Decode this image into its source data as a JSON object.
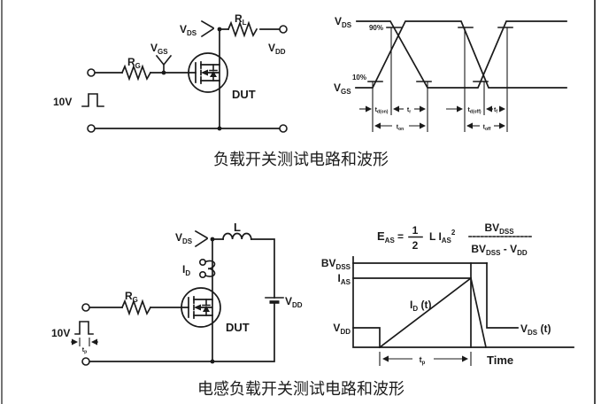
{
  "colors": {
    "ink": "#1a1a1a",
    "background": "#ffffff",
    "border": "#3a3a3a"
  },
  "captions": {
    "load_switch": "负载开关测试电路和波形",
    "inductive_switch": "电感负载开关测试电路和波形"
  },
  "circuit1": {
    "pulse_label": "10V",
    "rg": {
      "b": "R",
      "s": "G"
    },
    "vgs": {
      "b": "V",
      "s": "GS"
    },
    "vds": {
      "b": "V",
      "s": "DS"
    },
    "rl": {
      "b": "R",
      "s": "L"
    },
    "vdd": {
      "b": "V",
      "s": "DD"
    },
    "dut": "DUT"
  },
  "waveform1": {
    "vds": {
      "b": "V",
      "s": "DS"
    },
    "vgs": {
      "b": "V",
      "s": "GS"
    },
    "pct_90": "90%",
    "pct_10": "10%",
    "td_on": {
      "b": "t",
      "s": "d(on)"
    },
    "t_r": {
      "b": "t",
      "s": "r"
    },
    "t_on": {
      "b": "t",
      "s": "on"
    },
    "td_off": {
      "b": "t",
      "s": "d(off)"
    },
    "t_f": {
      "b": "t",
      "s": "f"
    },
    "t_off": {
      "b": "t",
      "s": "off"
    }
  },
  "circuit2": {
    "pulse_label": "10V",
    "tp": {
      "b": "t",
      "s": "p"
    },
    "rg": {
      "b": "R",
      "s": "G"
    },
    "vds": {
      "b": "V",
      "s": "DS"
    },
    "id": {
      "b": "I",
      "s": "D"
    },
    "l": "L",
    "vdd": {
      "b": "V",
      "s": "DD"
    },
    "dut": "DUT"
  },
  "formula": {
    "eas": {
      "b": "E",
      "s": "AS"
    },
    "eq": "=",
    "num": "1",
    "den": "2",
    "li": {
      "b": "L I",
      "s": "AS",
      "sup": "2"
    },
    "fn": {
      "b": "BV",
      "s": "DSS"
    },
    "fd": {
      "b": "BV",
      "s": "DSS",
      "m": " - V",
      "s2": "DD"
    }
  },
  "waveform2": {
    "bvdss": {
      "b": "BV",
      "s": "DSS"
    },
    "ias": {
      "b": "I",
      "s": "AS"
    },
    "vdd": {
      "b": "V",
      "s": "DD"
    },
    "id_t": {
      "b": "I",
      "s": "D",
      "f": " (t)"
    },
    "vds_t": {
      "b": "V",
      "s": "DS",
      "f": " (t)"
    },
    "tp": {
      "b": "t",
      "s": "p"
    },
    "time": "Time"
  }
}
